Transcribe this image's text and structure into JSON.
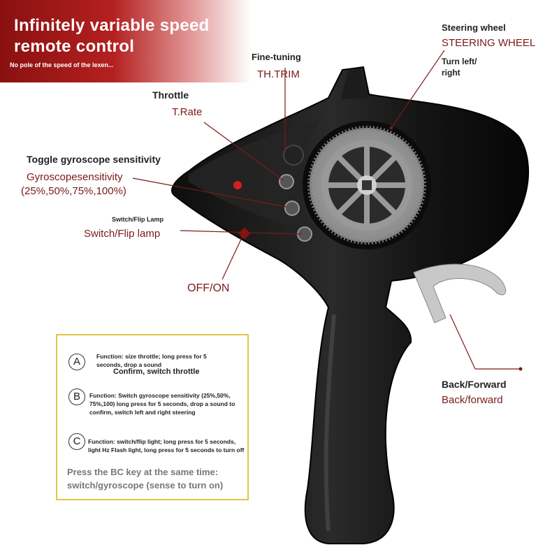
{
  "banner": {
    "title": "Infinitely variable speed remote control",
    "subtitle": "No pole of the speed of the lexen..."
  },
  "labels": {
    "fine_tuning_title": "Fine-tuning",
    "fine_tuning_value": "TH.TRIM",
    "throttle_title": "Throttle",
    "throttle_value": "T.Rate",
    "gyro_title": "Toggle gyroscope sensitivity",
    "gyro_value": "Gyroscopesensitivity",
    "gyro_options": "(25%,50%,75%,100%)",
    "switch_title": "Switch/Flip Lamp",
    "switch_value": "Switch/Flip lamp",
    "power": "OFF/ON",
    "steering_title": "Steering wheel",
    "steering_value": "STEERING WHEEL",
    "steering_desc": "Turn left/ right",
    "back_title": "Back/Forward",
    "back_value": "Back/forward"
  },
  "functions": {
    "a_key": "A",
    "a_text": "Function: size throttle; long press for 5 seconds, drop a sound",
    "a_strong": "Confirm, switch throttle",
    "b_key": "B",
    "b_text": "Function: Switch gyroscope sensitivity (25%,50%, 75%,100) long press for 5 seconds, drop a sound to confirm, switch left and right steering",
    "c_key": "C",
    "c_text": "Function: switch/flip light; long press for 5 seconds, light Hz Flash light, long press for 5 seconds to turn off",
    "note": "Press the BC key at the same time: switch/gyroscope (sense to turn on)"
  },
  "colors": {
    "accent_red": "#8a1010",
    "label_red": "#7a1a1a",
    "box_border": "#e2c44a",
    "body": "#151515"
  }
}
